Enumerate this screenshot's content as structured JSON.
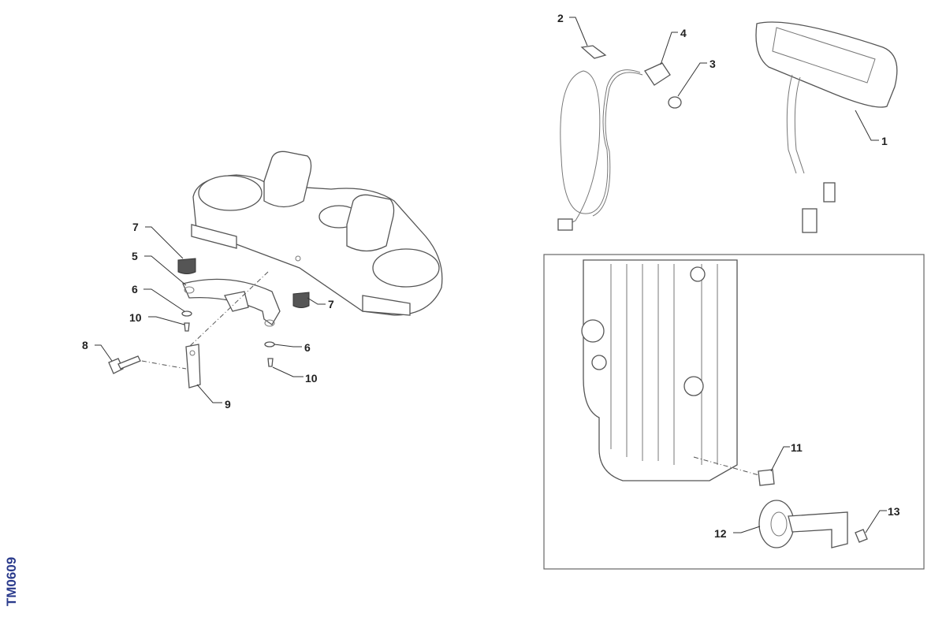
{
  "drawing_code": "TM0609",
  "colors": {
    "code": "#2b3b8c",
    "line": "#555555"
  },
  "callouts": {
    "c7a": "7",
    "c5": "5",
    "c6a": "6",
    "c10a": "10",
    "c8": "8",
    "c9": "9",
    "c7b": "7",
    "c6b": "6",
    "c10b": "10",
    "c2": "2",
    "c4": "4",
    "c3": "3",
    "c1": "1",
    "c11": "11",
    "c12": "12",
    "c13": "13"
  }
}
